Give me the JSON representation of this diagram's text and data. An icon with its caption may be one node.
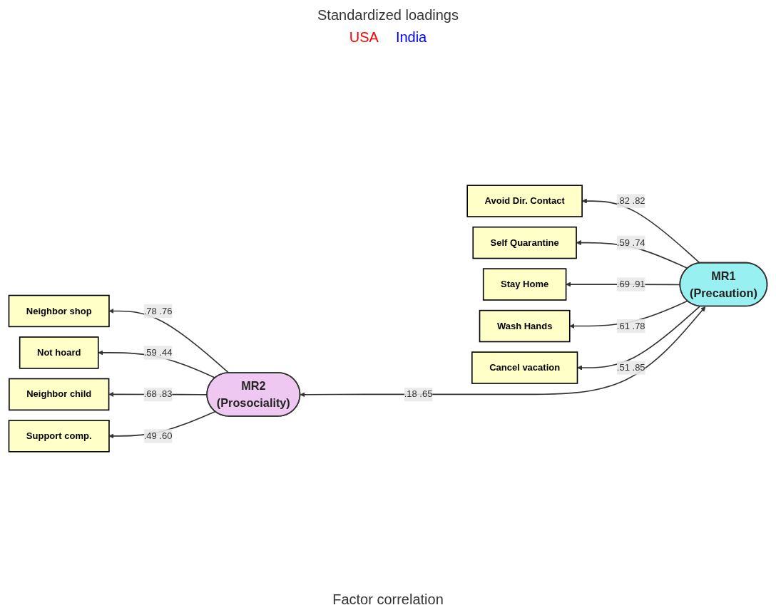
{
  "diagram": {
    "nodes": [
      {
        "text": [
          "Avoid Dir. Contact"
        ]
      },
      {
        "text": [
          "Self Quarantine"
        ]
      },
      {
        "text": [
          "Stay Home"
        ]
      },
      {
        "text": [
          "Wash Hands"
        ]
      },
      {
        "text": [
          "Cancel vacation"
        ]
      },
      {
        "text": [
          "MR1",
          "(Precaution)"
        ]
      },
      {
        "text": [
          "Neighbor shop"
        ]
      },
      {
        "text": [
          "Not hoard"
        ]
      },
      {
        "text": [
          "Neighbor child"
        ]
      },
      {
        "text": [
          "Support comp."
        ]
      },
      {
        "text": [
          "MR2",
          "(Prosociality)"
        ]
      }
    ],
    "edges": [
      {
        "from": 5,
        "to": 0,
        "arrow": "to",
        "label": ".82 .82"
      },
      {
        "from": 5,
        "to": 1,
        "arrow": "to",
        "label": ".59 .74"
      },
      {
        "from": 5,
        "to": 2,
        "arrow": "to",
        "label": ".69 .91"
      },
      {
        "from": 5,
        "to": 3,
        "arrow": "to",
        "label": ".61 .78"
      },
      {
        "from": 5,
        "to": 4,
        "arrow": "to",
        "label": ".51 .85"
      },
      {
        "from": 10,
        "to": 6,
        "arrow": "to",
        "label": ".78 .76"
      },
      {
        "from": 10,
        "to": 7,
        "arrow": "to",
        "label": ".59 .44"
      },
      {
        "from": 10,
        "to": 8,
        "arrow": "to",
        "label": ".68 .83"
      },
      {
        "from": 10,
        "to": 9,
        "arrow": "to",
        "label": ".49 .60"
      },
      {
        "from": 5,
        "to": 10,
        "arrow": "both",
        "label": ".18 .65"
      }
    ],
    "labels": [
      "Standardized loadings",
      "Factor correlation"
    ],
    "legend": [
      {
        "text": "USA",
        "color": "#ff0000"
      },
      {
        "text": "India",
        "color": "#0000ff"
      }
    ]
  }
}
